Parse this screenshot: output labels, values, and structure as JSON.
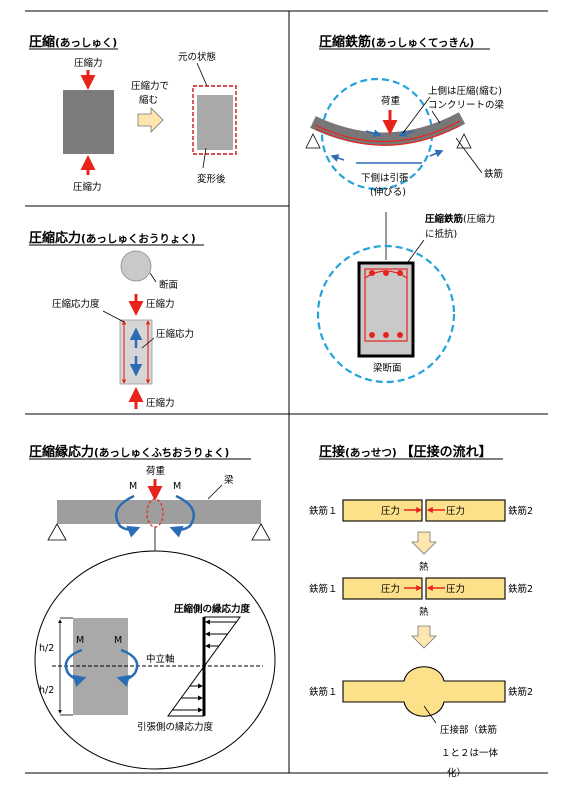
{
  "colors": {
    "accent_red": "#e8231c",
    "accent_blue": "#2a6db5",
    "dash_blue": "#25a3d9",
    "bar_yellow": "#fde08a",
    "gray_block": "#888888",
    "gray_light": "#c8c8c8"
  },
  "panel1": {
    "title_main": "圧縮",
    "title_sub": "(あっしゅく)",
    "force_top": "圧縮力",
    "force_bottom": "圧縮力",
    "arrow_text_1": "圧縮力で",
    "arrow_text_2": "縮む",
    "original_state": "元の状態",
    "after_deform": "変形後"
  },
  "panel2": {
    "title_main": "圧縮応力",
    "title_sub": "(あっしゅくおうりょく)",
    "section": "断面",
    "force_top": "圧縮力",
    "stress_intensity": "圧縮応力度",
    "stress": "圧縮応力",
    "force_bottom": "圧縮力"
  },
  "panel3": {
    "title_main": "圧縮鉄筋",
    "title_sub": "(あっしゅくてっきん)",
    "load": "荷重",
    "top_compress": "上側は圧縮(縮む)",
    "concrete_beam": "コンクリートの梁",
    "bottom_tension_1": "下側は引張",
    "bottom_tension_2": "(伸びる)",
    "rebar": "鉄筋",
    "comp_rebar_bold": "圧縮鉄筋",
    "comp_rebar_rest": "(圧縮力",
    "comp_rebar_line2": "に抵抗)",
    "beam_section": "梁断面"
  },
  "panel4": {
    "title_main": "圧縮縁応力",
    "title_sub": "(あっしゅくふちおうりょく)",
    "load": "荷重",
    "moment_left": "M",
    "moment_right": "M",
    "beam": "梁",
    "comp_edge_stress": "圧縮側の縁応力度",
    "moment_in_left": "M",
    "moment_in_right": "M",
    "h_half_top": "h/2",
    "h_half_bottom": "h/2",
    "neutral_axis": "中立軸",
    "tens_edge_stress": "引張側の縁応力度"
  },
  "panel5": {
    "title_main": "圧接",
    "title_sub": "(あっせつ)",
    "title_bracket": "【圧接の流れ】",
    "rebar1_a": "鉄筋１",
    "rebar2_a": "鉄筋2",
    "pressure_l_a": "圧力",
    "pressure_r_a": "圧力",
    "heat_a": "熱",
    "rebar1_b": "鉄筋１",
    "rebar2_b": "鉄筋2",
    "pressure_l_b": "圧力",
    "pressure_r_b": "圧力",
    "heat_b": "熱",
    "rebar1_c": "鉄筋１",
    "rebar2_c": "鉄筋2",
    "weld_note_1": "圧接部（鉄筋",
    "weld_note_2": "１と２は一体",
    "weld_note_3": "化）"
  }
}
